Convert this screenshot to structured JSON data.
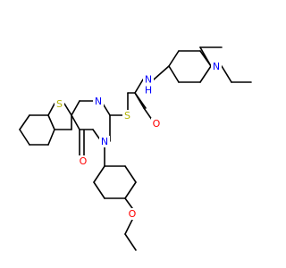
{
  "molecule": {
    "colors": {
      "carbon": "#000000",
      "nitrogen": "#0000ff",
      "oxygen": "#ff0000",
      "sulfur": "#b2b200",
      "background": "#ffffff"
    },
    "atom_labels": {
      "n_amide": "N",
      "h_amide": "H",
      "o_amide": "O",
      "s_thioether": "S",
      "n_pyrimidine_top": "N",
      "s_thiophene": "S",
      "n_pyrimidine_bottom": "N",
      "o_keto": "O",
      "o_ether": "O",
      "n_diethylamino": "N"
    }
  }
}
